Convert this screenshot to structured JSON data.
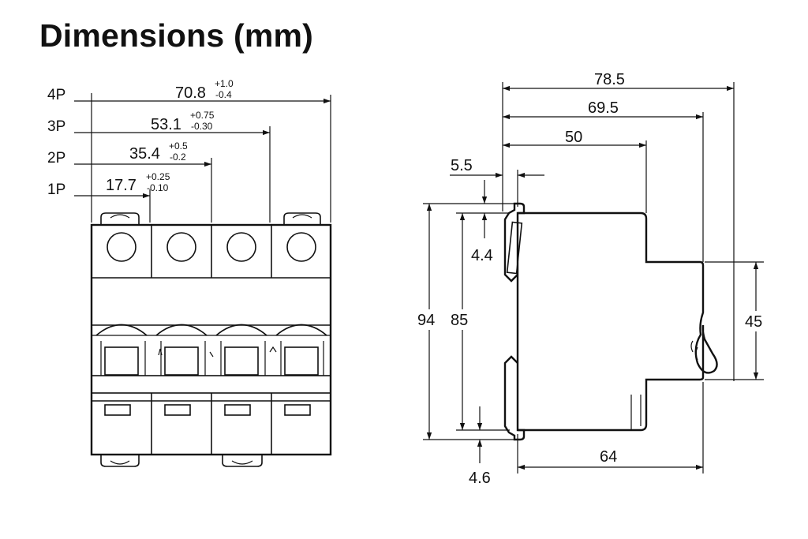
{
  "title": "Dimensions (mm)",
  "front_view": {
    "poles": [
      {
        "label": "4P",
        "value": "70.8",
        "tol_plus": "+1.0",
        "tol_minus": "-0.4"
      },
      {
        "label": "3P",
        "value": "53.1",
        "tol_plus": "+0.75",
        "tol_minus": "-0.30"
      },
      {
        "label": "2P",
        "value": "35.4",
        "tol_plus": "+0.5",
        "tol_minus": "-0.2"
      },
      {
        "label": "1P",
        "value": "17.7",
        "tol_plus": "+0.25",
        "tol_minus": "-0.10"
      }
    ]
  },
  "side_view": {
    "depth_total": "78.5",
    "depth_front": "69.5",
    "depth_shoulder": "50",
    "clip_offset": "5.5",
    "clip_top": "4.4",
    "height_total": "94",
    "height_body": "85",
    "clip_bottom": "4.6",
    "face_height": "45",
    "base_width": "64"
  }
}
